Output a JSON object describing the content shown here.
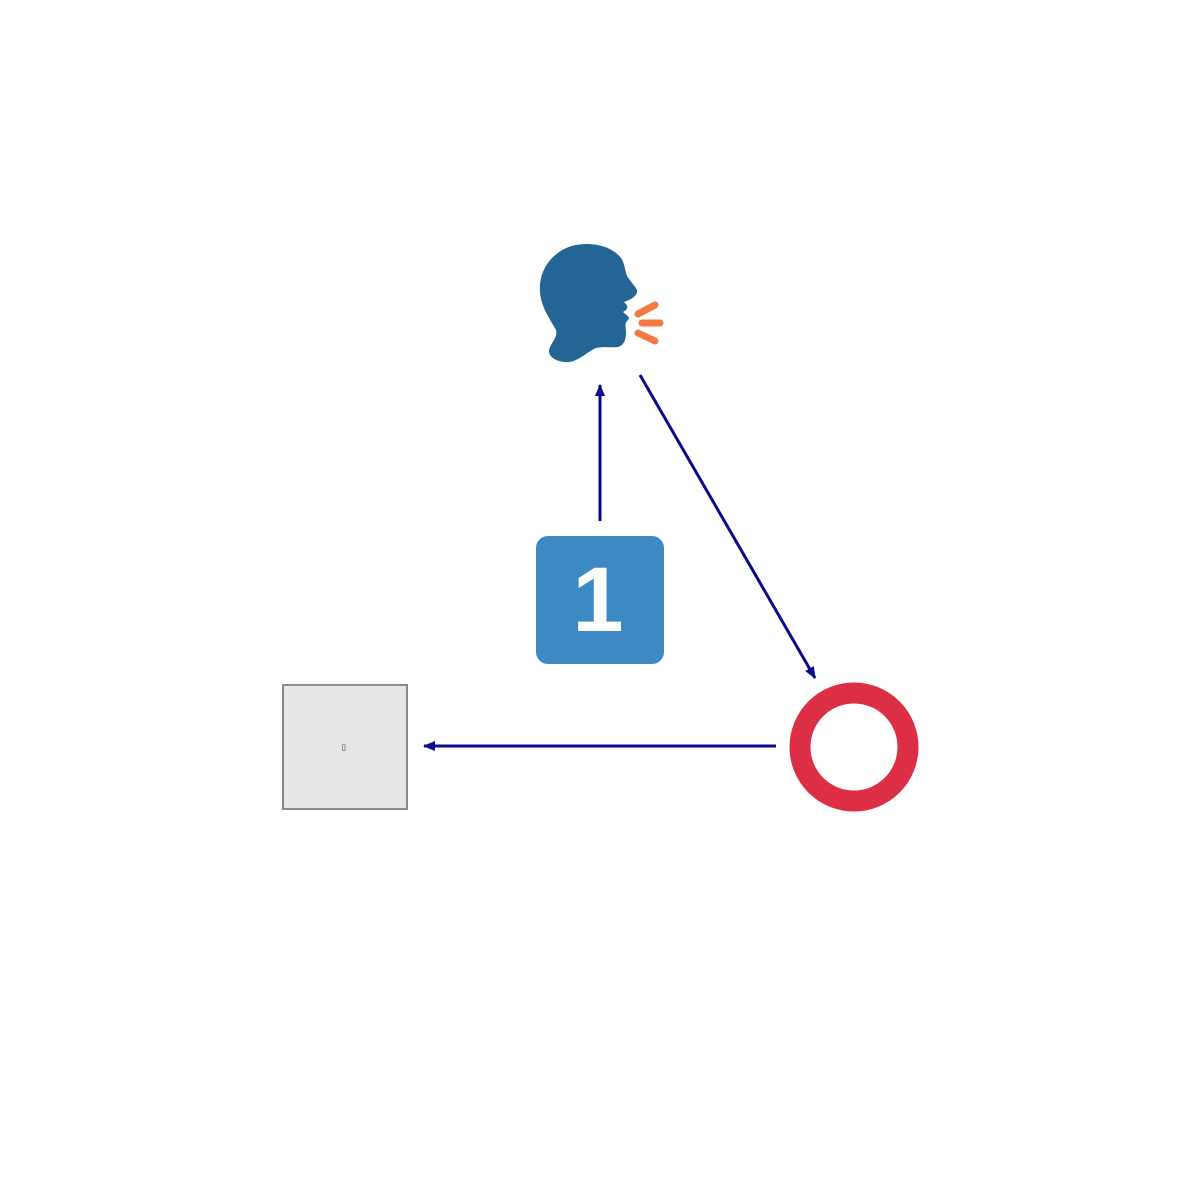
{
  "diagram": {
    "nodes": [
      {
        "id": "speaker",
        "icon": "speaking-head-icon",
        "colors": {
          "head": "#236595",
          "sound": "#F47A42"
        }
      },
      {
        "id": "number",
        "icon": "keycap-1-icon",
        "label": "1",
        "colors": {
          "fill": "#3D89C3",
          "text": "#FFFFFF"
        }
      },
      {
        "id": "ring",
        "icon": "hollow-red-circle-icon",
        "colors": {
          "stroke": "#DC2F45"
        }
      },
      {
        "id": "placeholder",
        "icon": "missing-glyph-box",
        "glyph": "▯",
        "colors": {
          "fill": "#E6E6E6",
          "border": "#8A8A8A"
        }
      }
    ],
    "edges": [
      {
        "from": "number",
        "to": "speaker"
      },
      {
        "from": "speaker",
        "to": "ring"
      },
      {
        "from": "ring",
        "to": "placeholder"
      }
    ],
    "edge_color": "#0A0A8C"
  }
}
